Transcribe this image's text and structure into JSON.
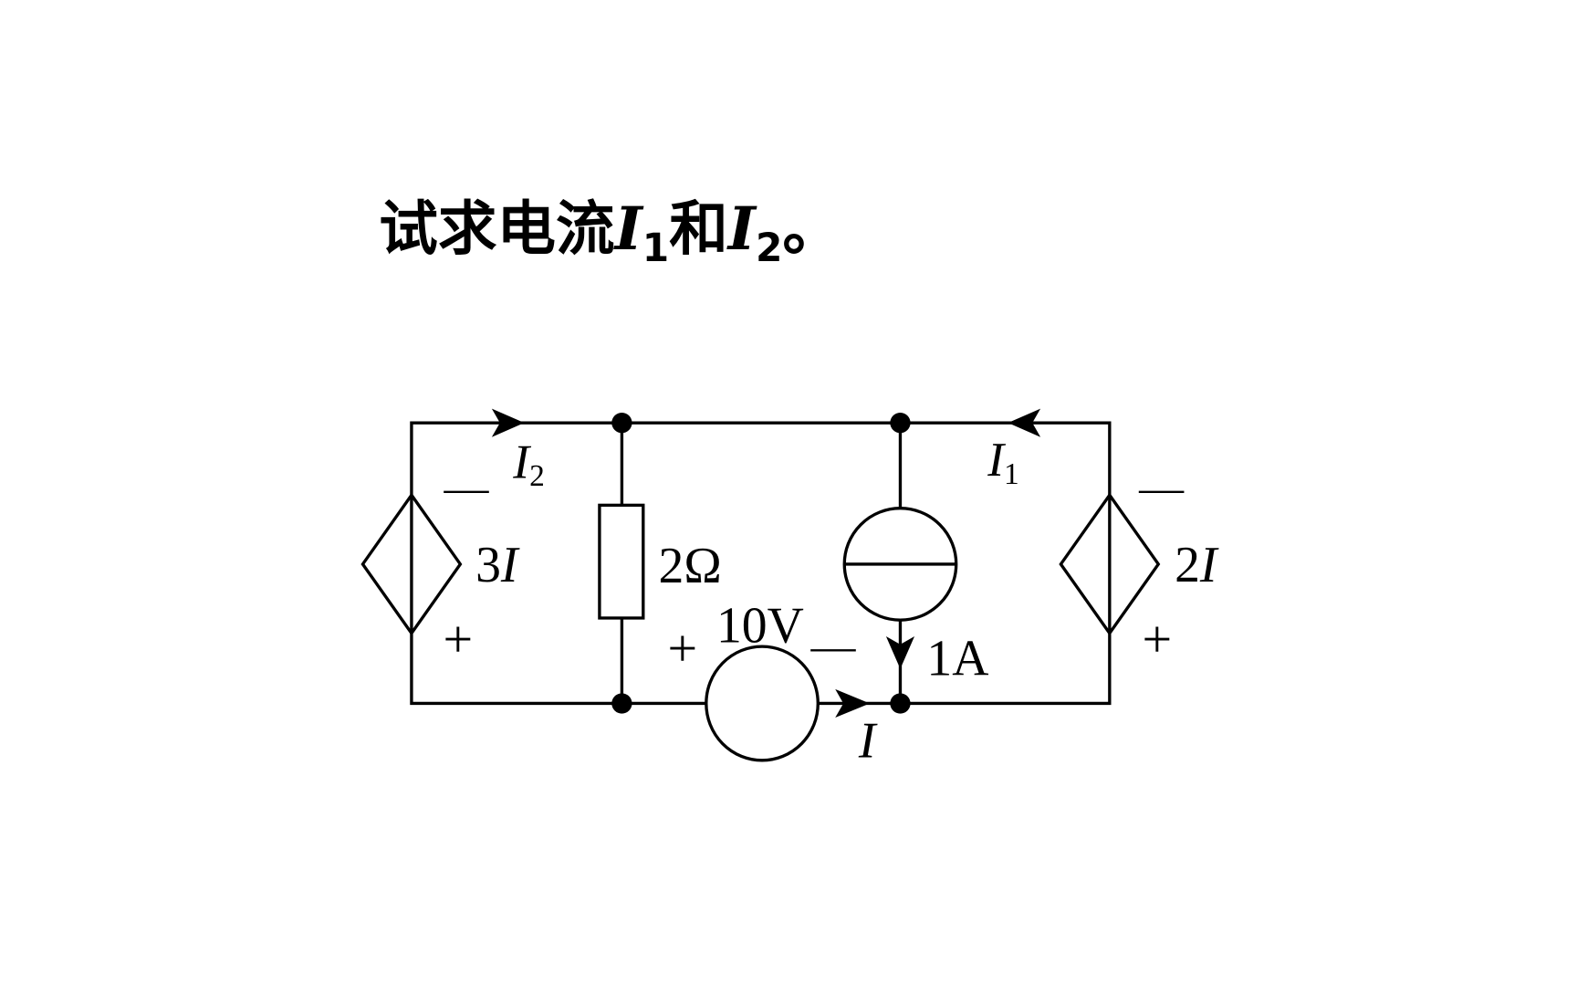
{
  "title": {
    "prefix": "试求电流",
    "var1": "I",
    "sub1": "1",
    "mid": "和",
    "var2": "I",
    "sub2": "2",
    "suffix": "。"
  },
  "labels": {
    "i2": "I",
    "i2_sub": "2",
    "i1": "I",
    "i1_sub": "1",
    "i": "I",
    "dep_left_coef": "3",
    "dep_left_var": "I",
    "dep_right_coef": "2",
    "dep_right_var": "I",
    "resistor": "2Ω",
    "voltage": "10V",
    "current": "1A",
    "plus": "+",
    "minus": "—"
  }
}
